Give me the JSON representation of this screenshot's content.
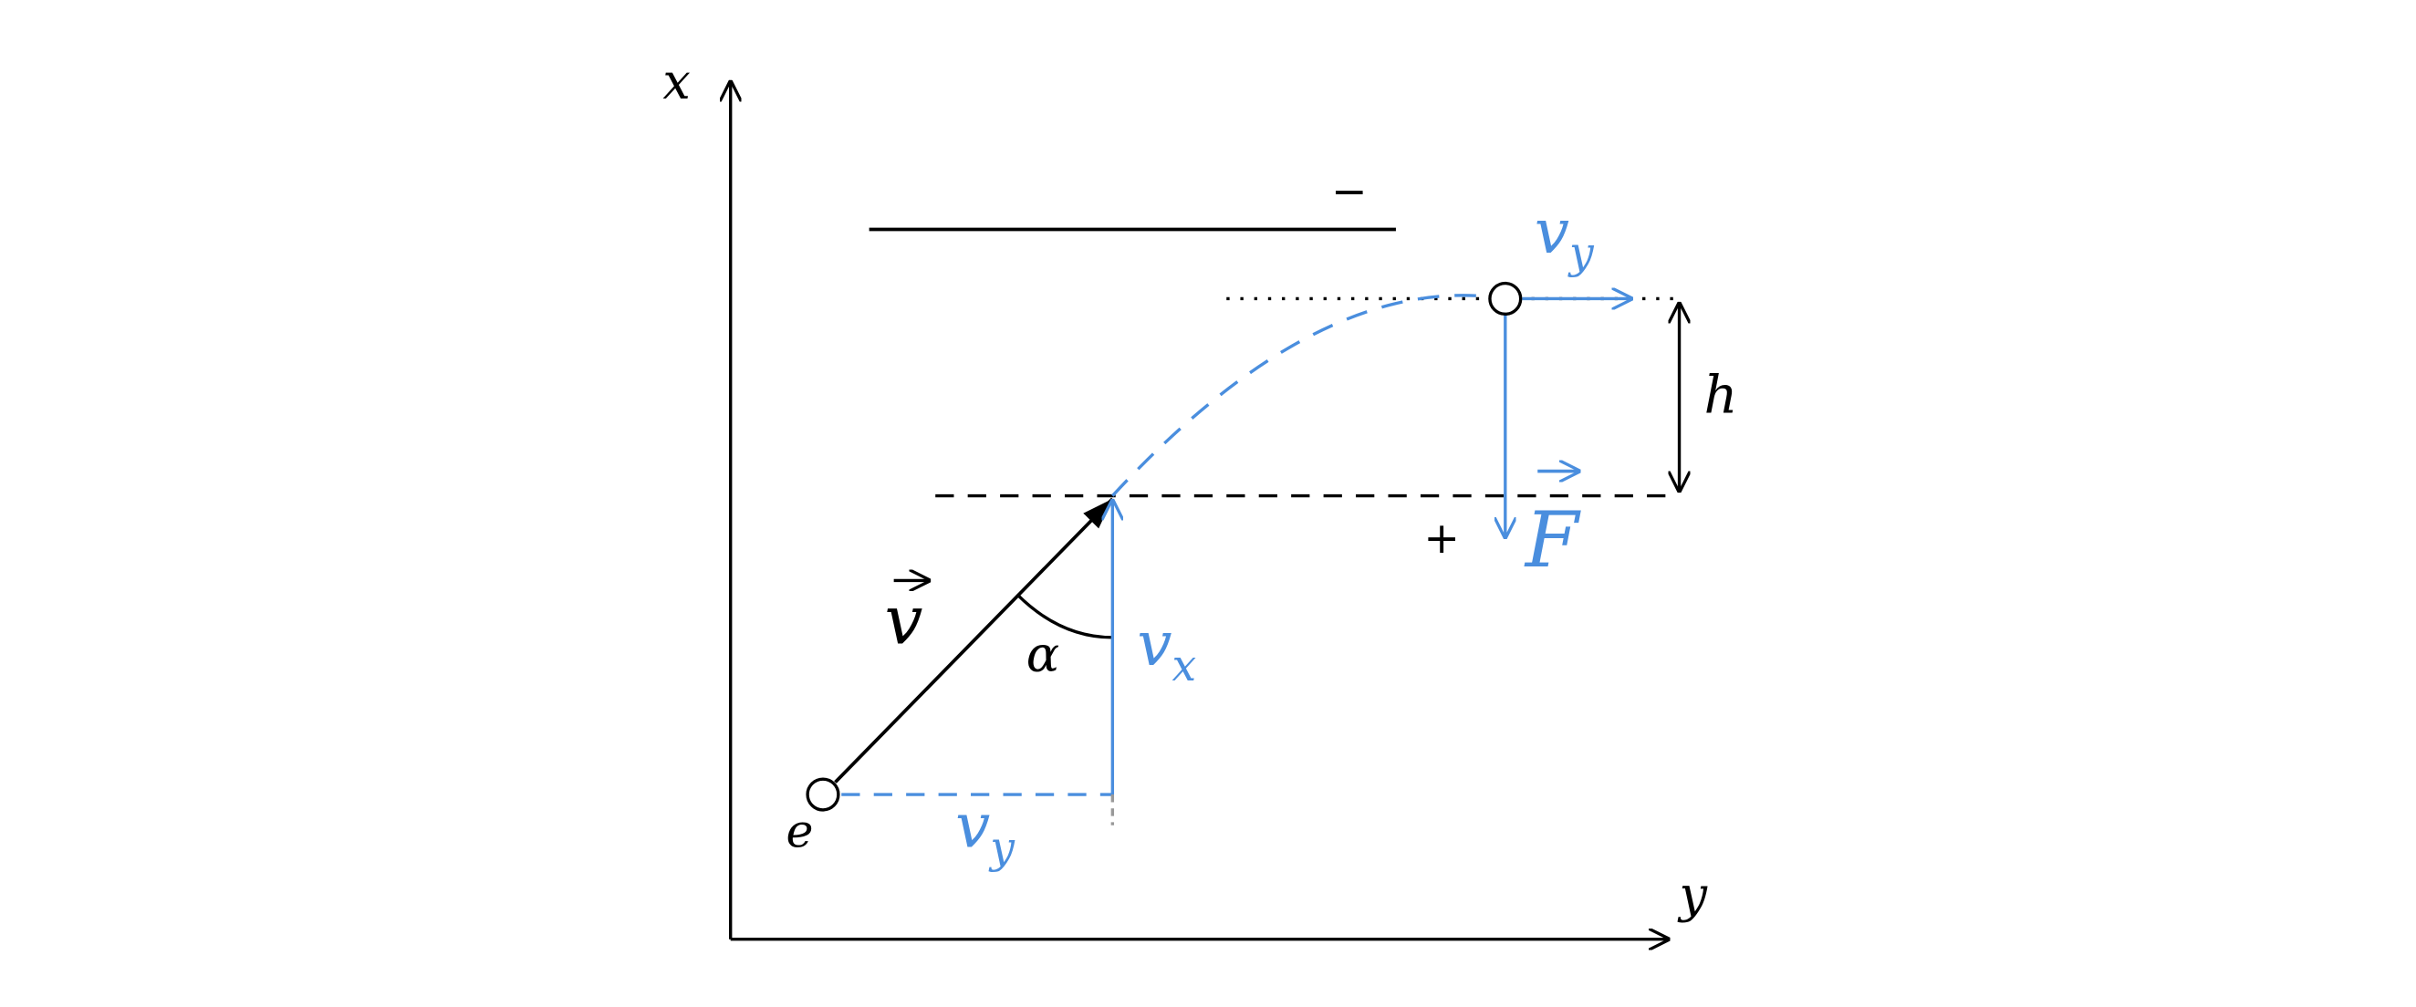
{
  "colors": {
    "ink": "#000000",
    "accent": "#4a8ede",
    "guide": "#999999",
    "background": "#ffffff"
  },
  "labels": {
    "axis_x": "x",
    "axis_y": "y",
    "velocity": "v",
    "angle": "α",
    "component_x": "v",
    "component_x_sub": "x",
    "component_y_bottom": "v",
    "component_y_bottom_sub": "y",
    "component_y_top": "v",
    "component_y_top_sub": "y",
    "force": "F",
    "charge": "e",
    "height": "h",
    "plate_minus": "−",
    "plate_plus": "+"
  }
}
